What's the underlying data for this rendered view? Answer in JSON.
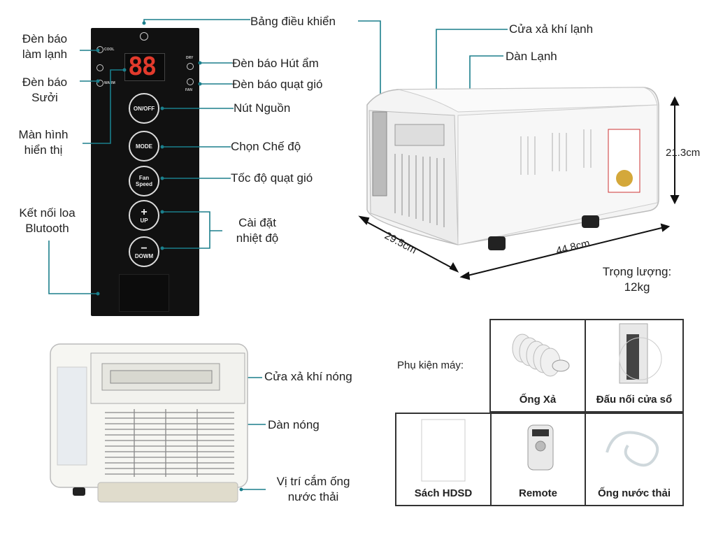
{
  "panel_labels": {
    "den_bao_lam_lanh": "Đèn báo\nlàm lạnh",
    "den_bao_suoi": "Đèn báo\nSưởi",
    "man_hinh": "Màn hình\nhiển thị",
    "ket_noi_loa": "Kết nối loa\nBlutooth",
    "bang_dieu_khien": "Bảng điều khiển",
    "den_bao_hut_am": "Đèn báo Hút ẩm",
    "den_bao_quat_gio": "Đèn báo quạt gió",
    "nut_nguon": "Nút Nguồn",
    "chon_che_do": "Chọn Chế độ",
    "toc_do_quat": "Tốc độ quạt gió",
    "cai_dat_nhiet_do": "Cài đặt\nnhiệt độ"
  },
  "panel": {
    "display": "88",
    "cool": "COOL",
    "warm": "WARM",
    "dry": "DRY",
    "fan": "FAN",
    "btn_power": "ON/OFF",
    "btn_mode": "MODE",
    "btn_fan": "Fan\nSpeed",
    "btn_up": "UP",
    "btn_down": "DOWM"
  },
  "unit_labels": {
    "cua_xa_khi_lanh": "Cửa xả khí lạnh",
    "dan_lanh": "Dàn Lạnh",
    "height": "21.3cm",
    "depth": "29.5cm",
    "width": "44.8cm",
    "weight": "Trọng lượng:\n12kg"
  },
  "back_labels": {
    "cua_xa_khi_nong": "Cửa xả khí nóng",
    "dan_nong": "Dàn nóng",
    "vi_tri_cam_ong": "Vị trí cắm ống\nnước thải"
  },
  "accessories": {
    "title": "Phụ kiện máy:",
    "items": [
      "Ống Xả",
      "Đấu nối cửa sổ",
      "Sách HDSD",
      "Remote",
      "Ống nước thải"
    ]
  },
  "colors": {
    "leader": "#1b7f8c",
    "panel": "#111111",
    "display": "#e23a2c"
  }
}
